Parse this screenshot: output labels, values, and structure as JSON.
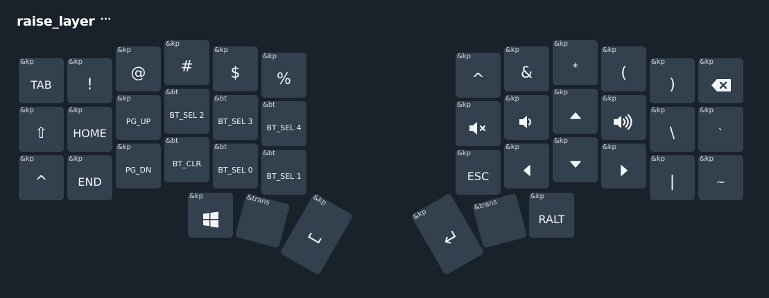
{
  "header": {
    "title": "raise_layer",
    "more": "···"
  },
  "keys": [
    {
      "behavior": "&kp",
      "label": "TAB"
    },
    {
      "behavior": "&kp",
      "label": "!"
    },
    {
      "behavior": "&kp",
      "label": "@"
    },
    {
      "behavior": "&kp",
      "label": "#"
    },
    {
      "behavior": "&kp",
      "label": "$"
    },
    {
      "behavior": "&kp",
      "label": "%"
    },
    {
      "behavior": "&kp",
      "label": "^"
    },
    {
      "behavior": "&kp",
      "label": "&"
    },
    {
      "behavior": "&kp",
      "label": "*"
    },
    {
      "behavior": "&kp",
      "label": "("
    },
    {
      "behavior": "&kp",
      "label": ")"
    },
    {
      "behavior": "&kp",
      "label": "",
      "icon": "backspace-icon"
    },
    {
      "behavior": "&kp",
      "label": "⇧",
      "icon": "shift-icon"
    },
    {
      "behavior": "&kp",
      "label": "HOME"
    },
    {
      "behavior": "&kp",
      "label": "PG_UP"
    },
    {
      "behavior": "&bt",
      "label": "BT_SEL 2"
    },
    {
      "behavior": "&bt",
      "label": "BT_SEL 3"
    },
    {
      "behavior": "&bt",
      "label": "BT_SEL 4"
    },
    {
      "behavior": "&kp",
      "label": "",
      "icon": "mute-icon"
    },
    {
      "behavior": "&kp",
      "label": "",
      "icon": "volume-down-icon"
    },
    {
      "behavior": "&kp",
      "label": "",
      "icon": "arrow-up-icon"
    },
    {
      "behavior": "&kp",
      "label": "",
      "icon": "volume-up-icon"
    },
    {
      "behavior": "&kp",
      "label": "\\"
    },
    {
      "behavior": "&kp",
      "label": "`"
    },
    {
      "behavior": "&kp",
      "label": "^"
    },
    {
      "behavior": "&kp",
      "label": "END"
    },
    {
      "behavior": "&kp",
      "label": "PG_DN"
    },
    {
      "behavior": "&bt",
      "label": "BT_CLR"
    },
    {
      "behavior": "&bt",
      "label": "BT_SEL 0"
    },
    {
      "behavior": "&bt",
      "label": "BT_SEL 1"
    },
    {
      "behavior": "&kp",
      "label": "ESC"
    },
    {
      "behavior": "&kp",
      "label": "",
      "icon": "arrow-left-icon"
    },
    {
      "behavior": "&kp",
      "label": "",
      "icon": "arrow-down-icon"
    },
    {
      "behavior": "&kp",
      "label": "",
      "icon": "arrow-right-icon"
    },
    {
      "behavior": "&kp",
      "label": "|"
    },
    {
      "behavior": "&kp",
      "label": "~"
    },
    {
      "behavior": "&kp",
      "label": "",
      "icon": "windows-icon"
    },
    {
      "behavior": "&trans",
      "label": ""
    },
    {
      "behavior": "&kp",
      "label": "",
      "icon": "space-icon"
    },
    {
      "behavior": "&kp",
      "label": "",
      "icon": "enter-icon"
    },
    {
      "behavior": "&trans",
      "label": ""
    },
    {
      "behavior": "&kp",
      "label": "RALT"
    }
  ]
}
